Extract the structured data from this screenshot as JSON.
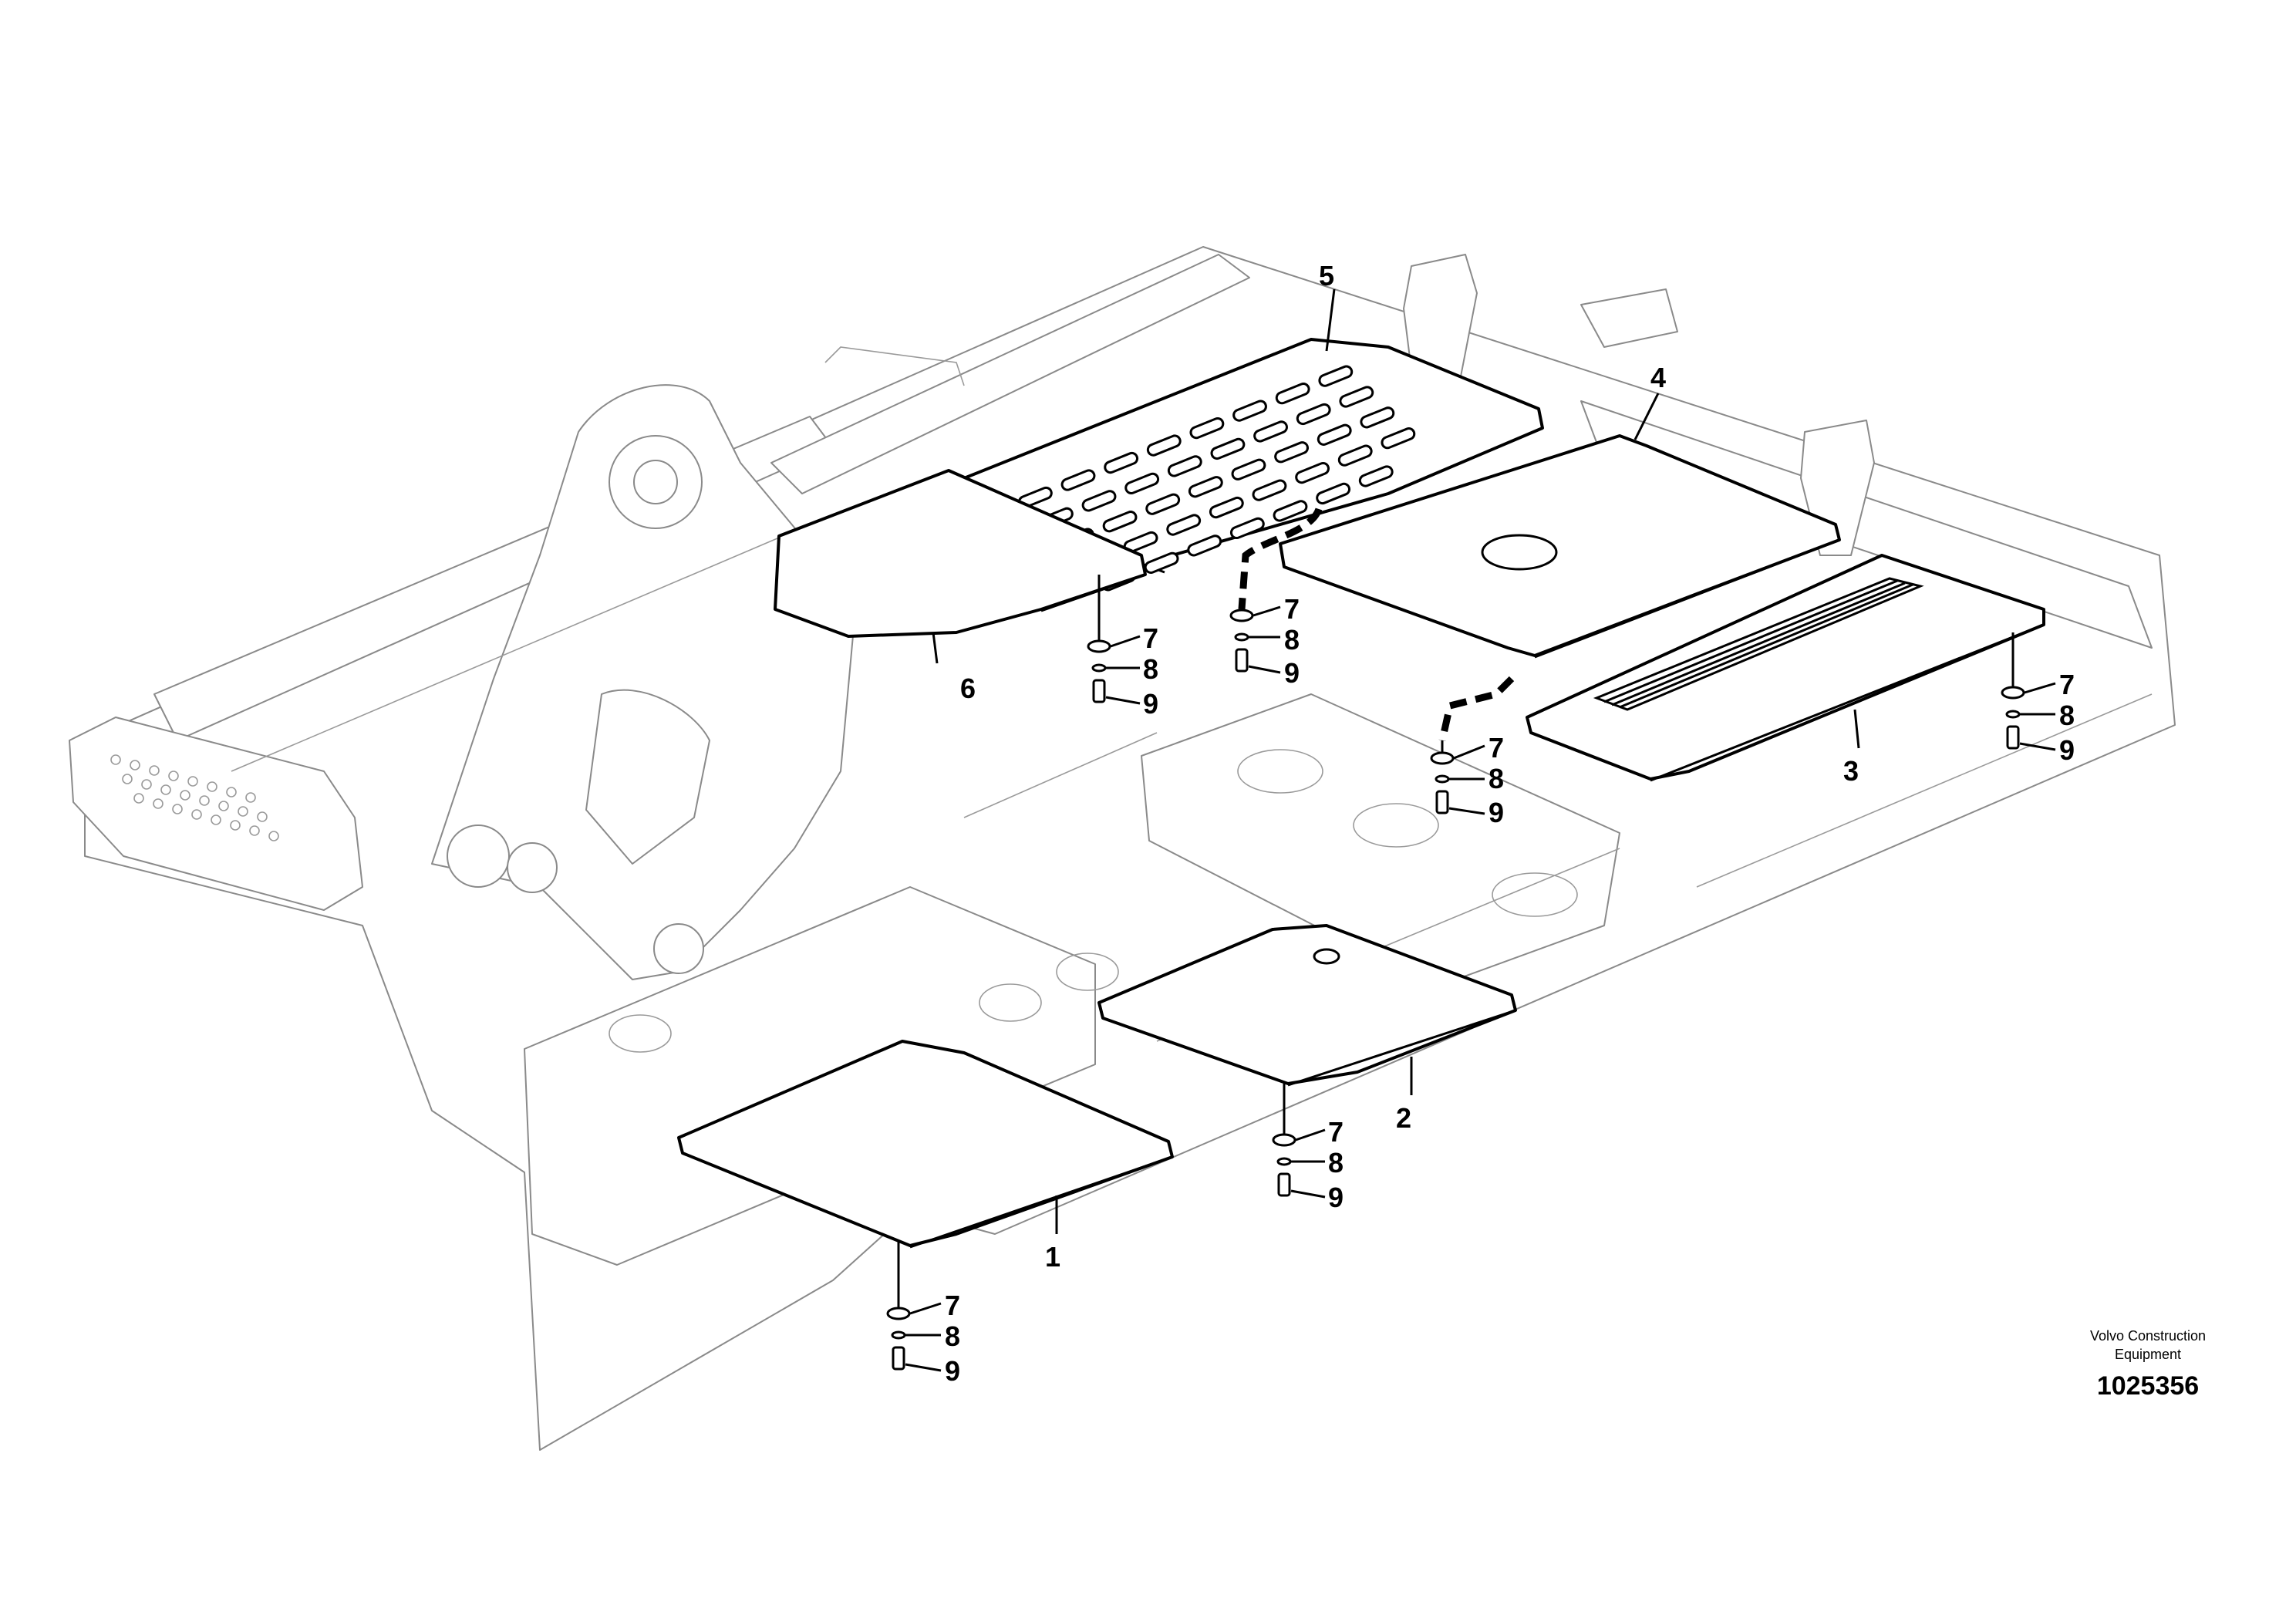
{
  "callouts": {
    "part1": "1",
    "part2": "2",
    "part3": "3",
    "part4": "4",
    "part5": "5",
    "part6": "6",
    "washer": "7",
    "lock_washer": "8",
    "bolt": "9"
  },
  "footer": {
    "brand_line1": "Volvo Construction",
    "brand_line2": "Equipment",
    "document_number": "1025356"
  }
}
